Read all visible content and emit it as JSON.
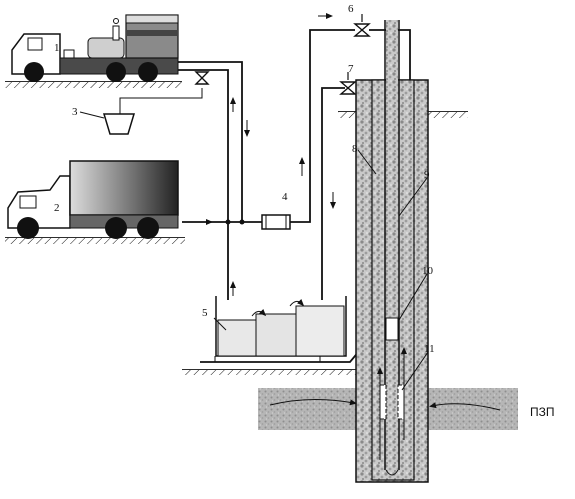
{
  "labels": {
    "n1": "1",
    "n2": "2",
    "n3": "3",
    "n4": "4",
    "n5": "5",
    "n6": "6",
    "n7": "7",
    "n8": "8",
    "n9": "9",
    "n10": "10",
    "n11": "11",
    "zone": "ПЗП"
  }
}
